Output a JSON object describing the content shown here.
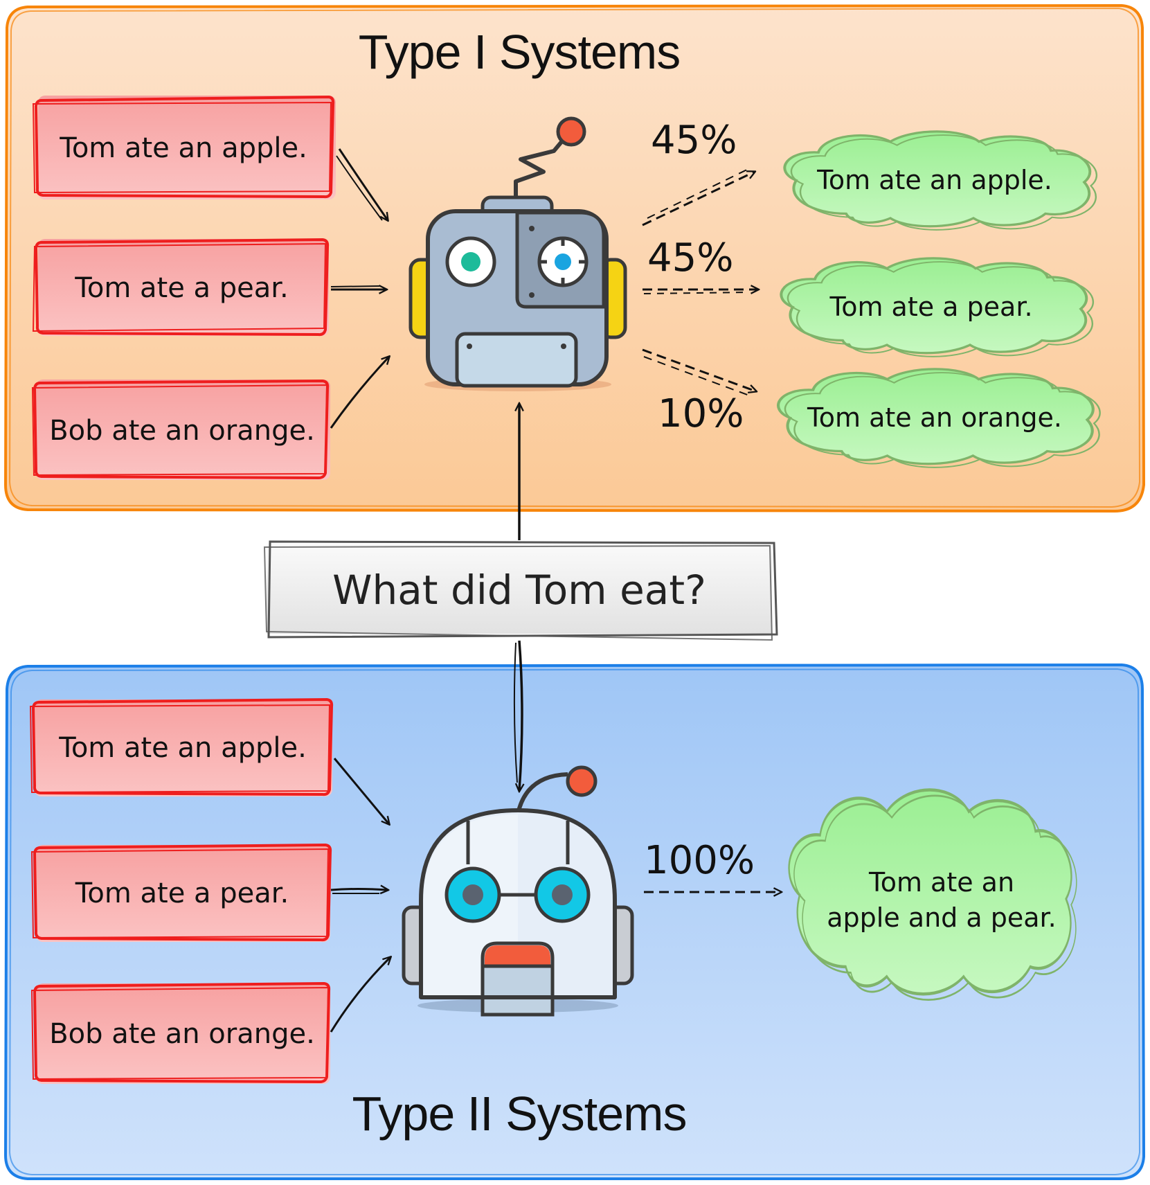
{
  "question": "What did Tom eat?",
  "type1": {
    "title": "Type I Systems",
    "inputs": [
      "Tom ate an apple.",
      "Tom ate a pear.",
      "Bob ate an orange."
    ],
    "outputs": [
      {
        "percent": "45%",
        "text": "Tom ate an apple."
      },
      {
        "percent": "45%",
        "text": "Tom ate a pear."
      },
      {
        "percent": "10%",
        "text": "Tom ate an orange."
      }
    ]
  },
  "type2": {
    "title": "Type II Systems",
    "inputs": [
      "Tom ate an apple.",
      "Tom ate a pear.",
      "Bob ate an orange."
    ],
    "output": {
      "percent": "100%",
      "line1": "Tom ate an",
      "line2": "apple and a pear."
    }
  },
  "colors": {
    "type1_border": "#F7850A",
    "type1_fill": "#FCD2A8",
    "type2_border": "#1C7FE8",
    "type2_fill": "#A9CCF7",
    "input_fill": "#F9A9A9",
    "input_border": "#EE1E1E",
    "cloud_fill": "#A8F0A2",
    "cloud_border": "#7FB46A",
    "question_fill": "#EDEDED",
    "question_border": "#555555",
    "robot_accent": "#F25C3C",
    "robot_eye_teal": "#1DBB9A",
    "robot_eye_blue": "#1AA4E0",
    "robot_eye_cyan": "#12C8E6"
  }
}
